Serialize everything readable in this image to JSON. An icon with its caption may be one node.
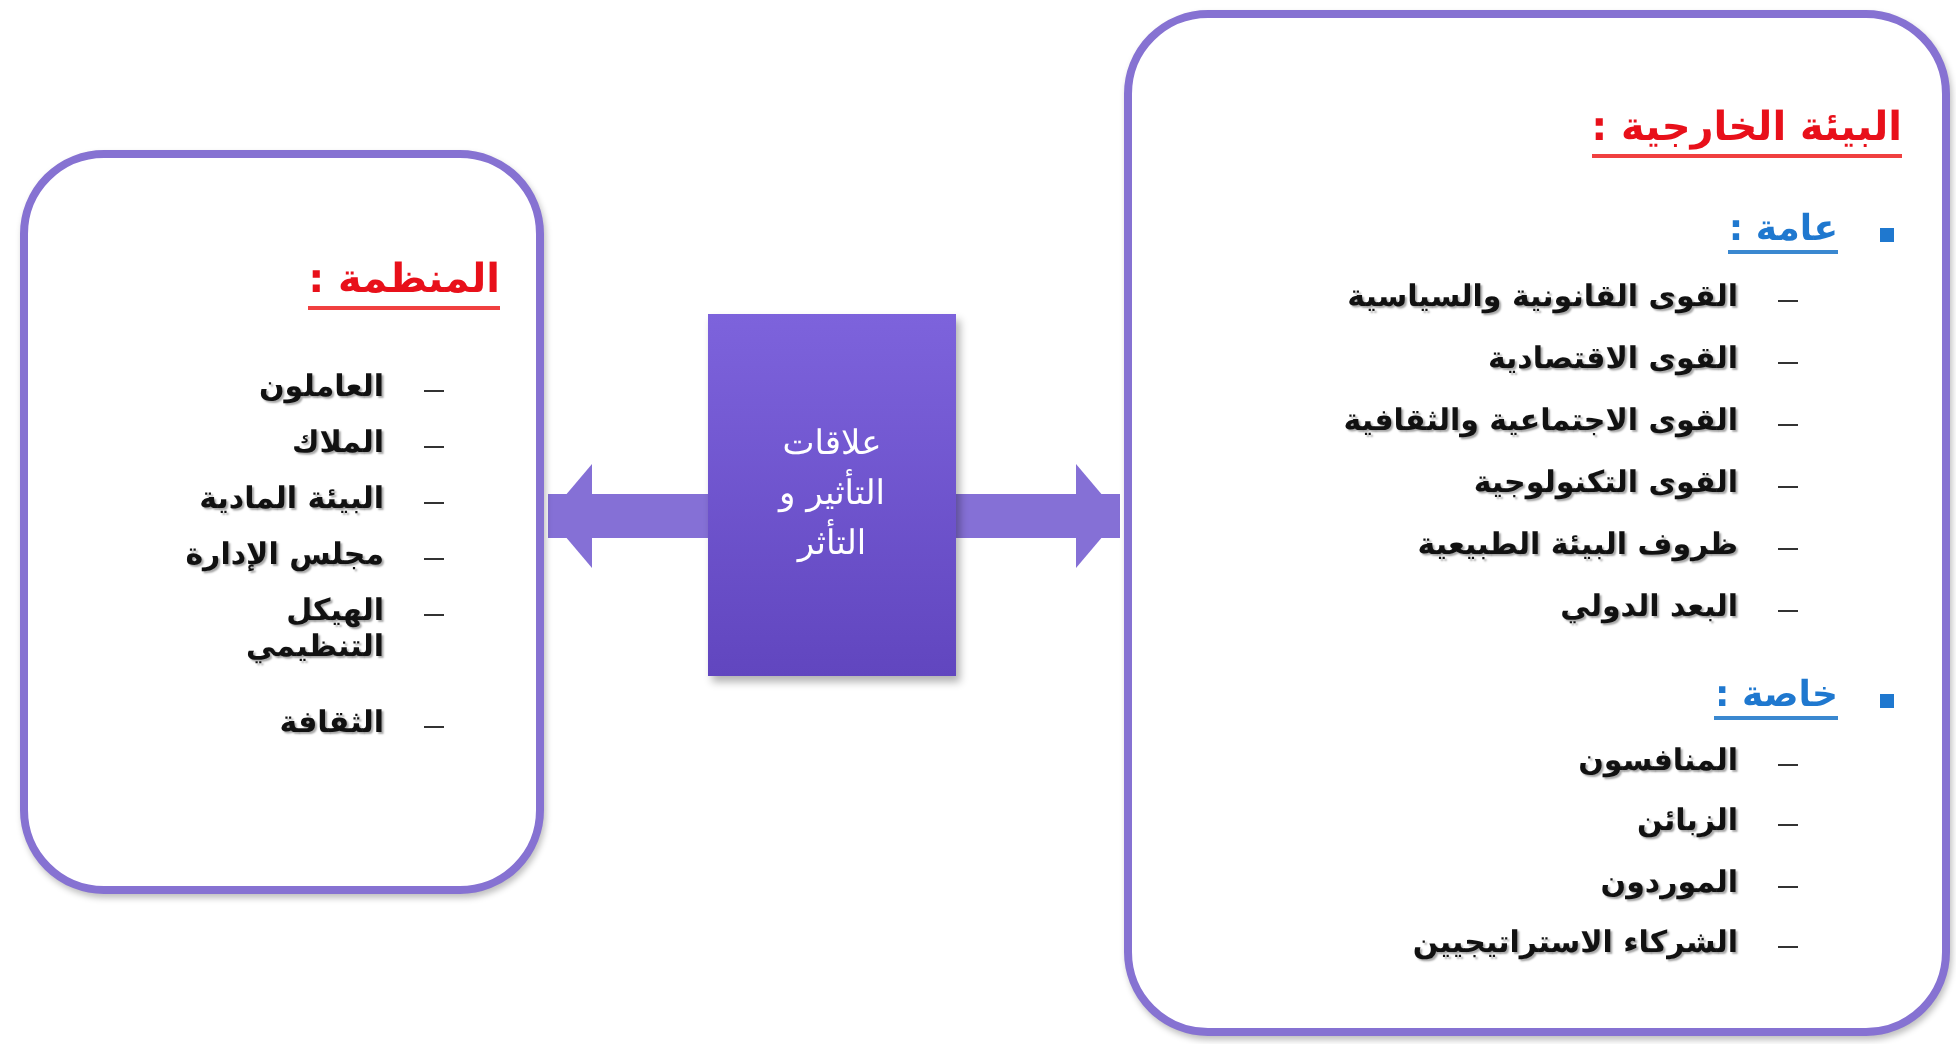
{
  "diagram": {
    "nodes": [
      {
        "text": [
          "المنظمة :",
          "العاملون",
          "الملاك",
          "البيئة المادية",
          "مجلس الإدارة",
          "الهيكل التنظيمي",
          "الثقافة"
        ]
      },
      {
        "text": [
          "علاقات التأثير و التأثر"
        ]
      },
      {
        "text": [
          "البيئة الخارجية :",
          "عامة :",
          "القوى القانونية والسياسية",
          "القوى الاقتصادية",
          "القوى الاجتماعية والثقافية",
          "القوى التكنولوجية",
          "ظروف البيئة الطبيعية",
          "البعد الدولي",
          "خاصة :",
          "المنافسون",
          "الزبائن",
          "الموردون",
          "الشركاء الاستراتيجيين"
        ]
      }
    ],
    "edges": [
      {
        "from": 1,
        "to": 0,
        "arrow": "to"
      },
      {
        "from": 1,
        "to": 2,
        "arrow": "to"
      }
    ]
  }
}
